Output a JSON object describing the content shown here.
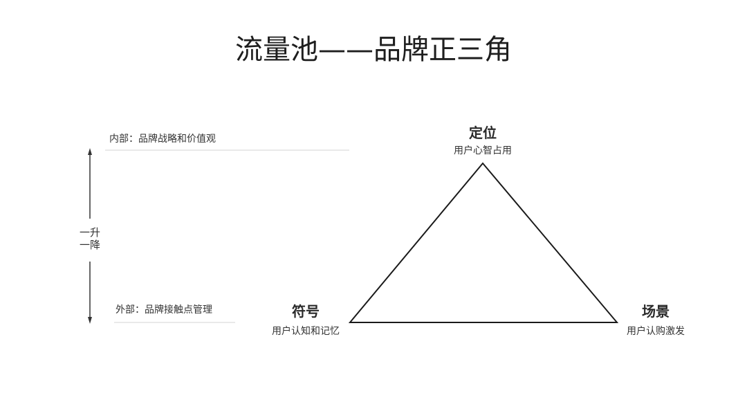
{
  "title": "流量池——品牌正三角",
  "left_panel": {
    "inner_label": "内部：品牌战略和价值观",
    "outer_label": "外部：品牌接触点管理",
    "axis_label_line1": "一升",
    "axis_label_line2": "一降"
  },
  "triangle": {
    "top": {
      "title": "定位",
      "subtitle": "用户心智占用"
    },
    "left": {
      "title": "符号",
      "subtitle": "用户认知和记忆"
    },
    "right": {
      "title": "场景",
      "subtitle": "用户认购激发"
    }
  },
  "colors": {
    "line": "#1a1a1a",
    "divider": "#e6e6e6",
    "text": "#333333"
  }
}
